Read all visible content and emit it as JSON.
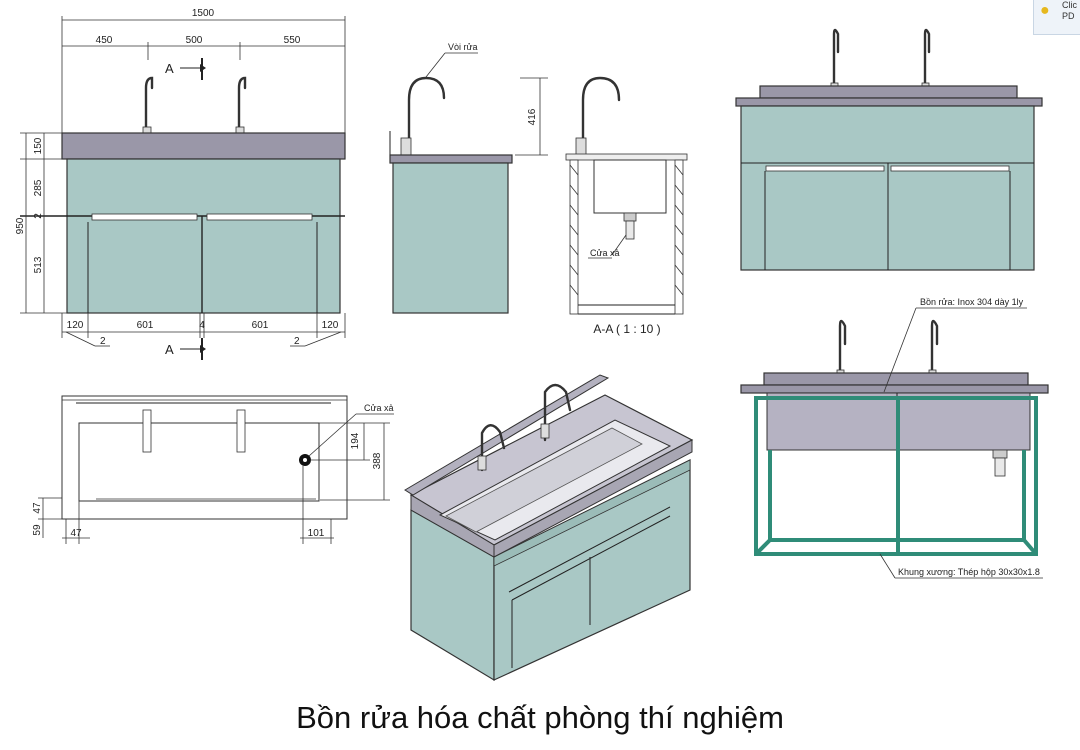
{
  "caption": "Bồn rửa hóa chất phòng thí nghiệm",
  "notification": {
    "line1": "Clic",
    "line2": "PD",
    "icon": "lightbulb-icon"
  },
  "front_view": {
    "dims": {
      "overall_width": "1500",
      "seg1": "450",
      "seg2": "500",
      "seg3": "550",
      "height_total": "950",
      "h_top": "150",
      "h_mid": "285",
      "h_gap": "2",
      "h_low": "513",
      "b1": "120",
      "b2": "601",
      "b3": "4",
      "b4": "601",
      "b5": "120",
      "lead_left": "2",
      "lead_right": "2"
    },
    "section_marker_top": "A",
    "section_marker_bottom": "A"
  },
  "side_view": {
    "faucet_label": "Vòi rửa",
    "height_dim": "416"
  },
  "section_view": {
    "drain_label": "Cửa xả",
    "title": "A-A ( 1 : 10 )"
  },
  "plan_view": {
    "drain_label": "Cửa xả",
    "d194": "194",
    "d388": "388",
    "d47a": "47",
    "d59": "59",
    "d47b": "47",
    "d101": "101"
  },
  "frame_view": {
    "sink_label": "Bồn rửa: Inox 304 dày 1ly",
    "frame_label": "Khung xương: Thép hộp 30x30x1.8"
  },
  "colors": {
    "cabinet": "#a9c8c5",
    "countertop": "#9a97a8",
    "frame": "#2f8c78"
  }
}
